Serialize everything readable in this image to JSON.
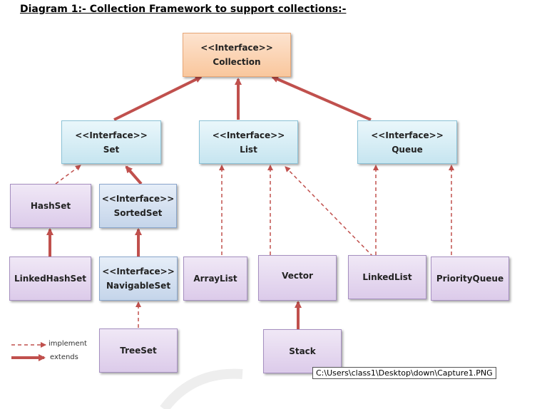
{
  "title": "Diagram 1:- Collection Framework to support collections:-",
  "stereotype": "<<Interface>>",
  "nodes": {
    "collection": "Collection",
    "set": "Set",
    "list": "List",
    "queue": "Queue",
    "hashset": "HashSet",
    "sortedset": "SortedSet",
    "linkedhashset": "LinkedHashSet",
    "navigableset": "NavigableSet",
    "treeset": "TreeSet",
    "arraylist": "ArrayList",
    "vector": "Vector",
    "stack": "Stack",
    "linkedlist": "LinkedList",
    "priorityqueue": "PriorityQueue"
  },
  "legend": {
    "implement": "implement",
    "extends": "extends"
  },
  "tooltip": "C:\\Users\\class1\\Desktop\\down\\Capture1.PNG",
  "colors": {
    "extends": "#c0504d",
    "implement": "#c0504d"
  }
}
